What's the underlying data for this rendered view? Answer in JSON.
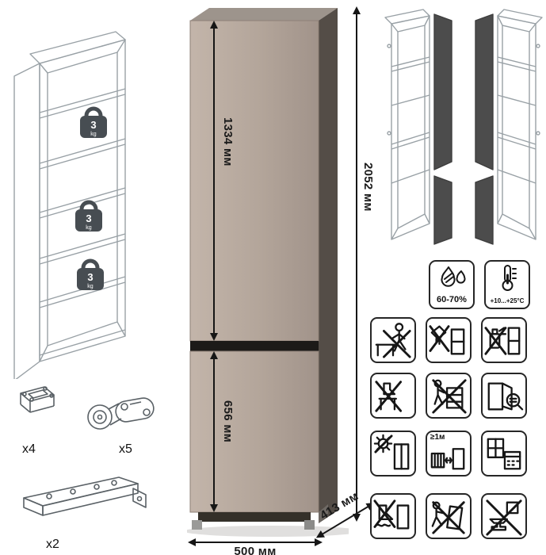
{
  "dimensions": {
    "upper_door": "1334 мм",
    "lower_door": "656 мм",
    "total_height": "2052 мм",
    "width": "500 мм",
    "depth": "413 мм"
  },
  "left_drawing": {
    "weights": [
      {
        "value": "3",
        "unit": "kg"
      },
      {
        "value": "3",
        "unit": "kg"
      },
      {
        "value": "3",
        "unit": "kg"
      }
    ]
  },
  "hardware": {
    "feet_qty": "x4",
    "hinges_qty": "x5",
    "rails_qty": "x2"
  },
  "climate": {
    "humidity_range": "60-70%",
    "temperature_range": "+10...+25°С"
  },
  "care": {
    "heat_distance": "≥1м"
  },
  "care_icons": [
    "no-sitting",
    "no-liquids",
    "no-solvents",
    "no-standing",
    "no-pushing-loaded",
    "door-adjustment",
    "avoid-sunlight",
    "heat-distance",
    "acclimatization",
    "no-wet-cleaning",
    "no-tilting-carry",
    "no-heavy-impact"
  ],
  "colors": {
    "door_front": "#b3a59a",
    "cabinet_side": "#544d47",
    "door_gap": "#1c1a18",
    "line_art": "#99a1a6",
    "icon_stroke": "#161616"
  }
}
